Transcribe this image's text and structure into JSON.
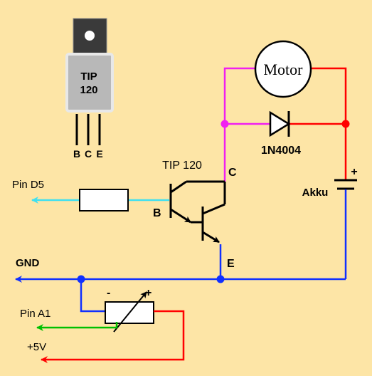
{
  "component": {
    "name": "TIP\n120",
    "name_line1": "TIP",
    "name_line2": "120",
    "pins": [
      "B",
      "C",
      "E"
    ]
  },
  "labels": {
    "motor": "Motor",
    "diode": "1N4004",
    "transistor": "TIP 120",
    "collector": "C",
    "base": "B",
    "emitter": "E",
    "battery": "Akku",
    "battery_plus": "+",
    "pin_d5": "Pin D5",
    "gnd": "GND",
    "pin_a1": "Pin A1",
    "supply": "+5V",
    "pot_minus": "-",
    "pot_plus": "+"
  },
  "colors": {
    "background": "#fde5a6",
    "wire_gnd": "#1030ff",
    "wire_collector": "#f020f0",
    "wire_supply": "#ff0000",
    "wire_signal_d5": "#40e0f0",
    "wire_signal_a1": "#00c000",
    "package_metal": "#d8d8d8",
    "package_body": "#b8b8b8"
  }
}
